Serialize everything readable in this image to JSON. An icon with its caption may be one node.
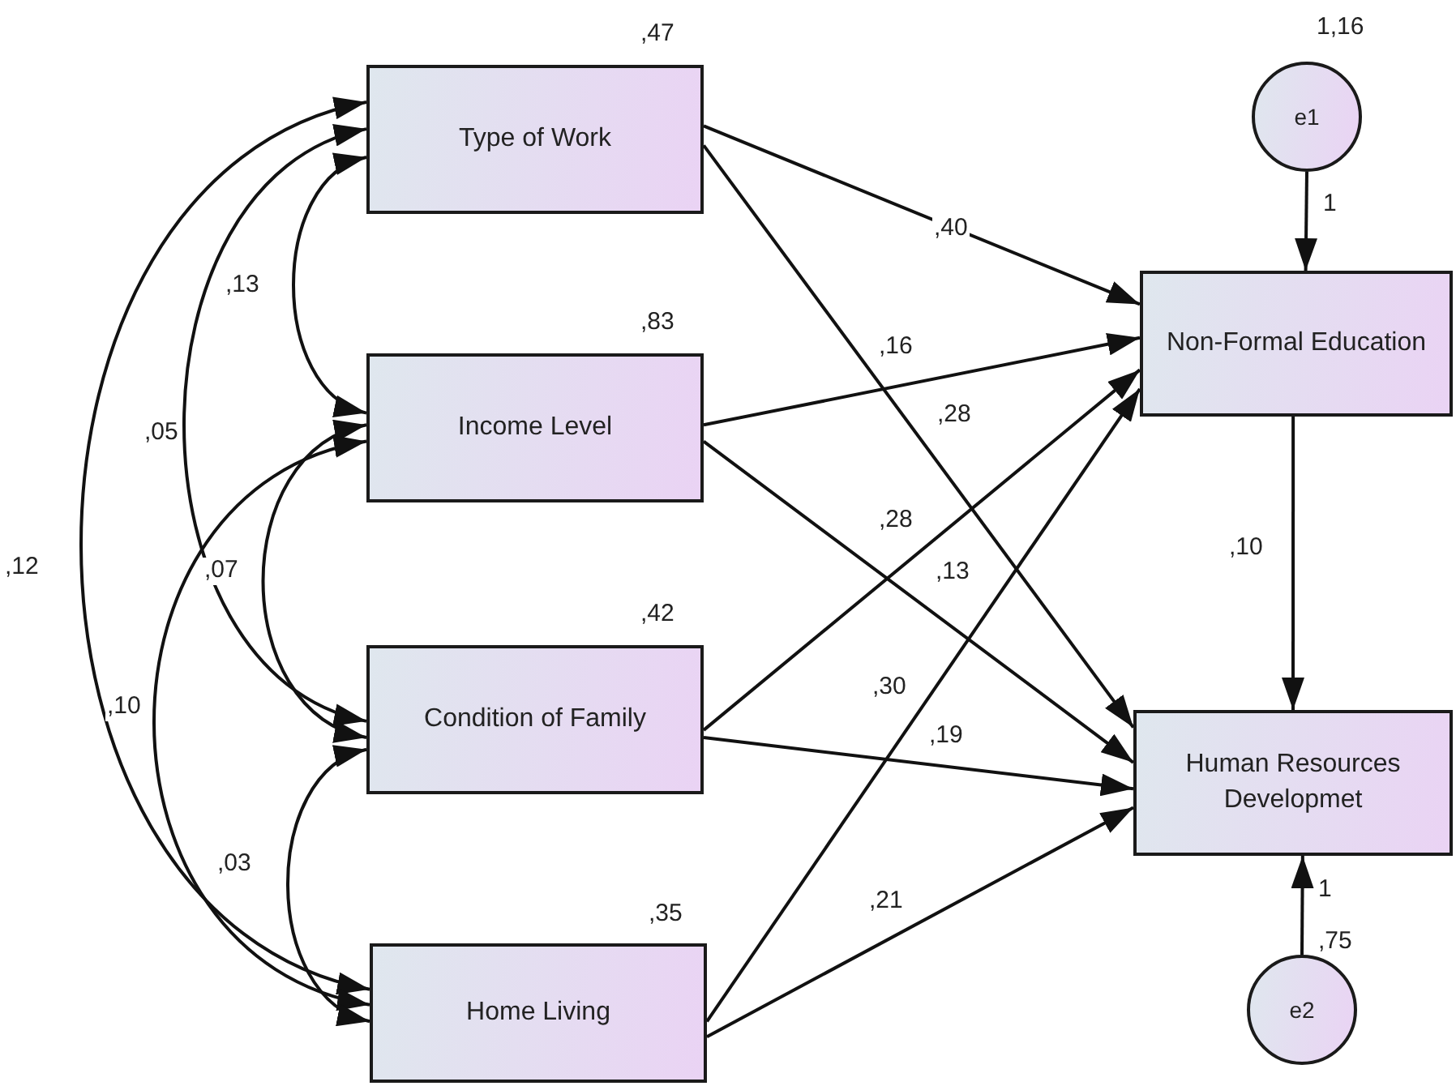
{
  "diagram": {
    "nodes": [
      {
        "text": [
          "Type of Work"
        ],
        "beside": [
          ",47"
        ]
      },
      {
        "text": [
          "Income Level"
        ],
        "beside": [
          ",83"
        ]
      },
      {
        "text": [
          "Condition of Family"
        ],
        "beside": [
          ",42"
        ]
      },
      {
        "text": [
          "Home Living"
        ],
        "beside": [
          ",35"
        ]
      },
      {
        "text": [
          "e1"
        ],
        "beside": [
          "1,16"
        ]
      },
      {
        "text": [
          "Non-Formal Education"
        ]
      },
      {
        "text": [
          "Human Resources Developmet"
        ]
      },
      {
        "text": [
          "e2"
        ],
        "beside": [
          ",75"
        ]
      }
    ],
    "edges": [
      {
        "from": 0,
        "to": 5,
        "arrow": "to",
        "label": ",40"
      },
      {
        "from": 0,
        "to": 6,
        "arrow": "to",
        "label": ",28"
      },
      {
        "from": 1,
        "to": 5,
        "arrow": "to",
        "label": ",16"
      },
      {
        "from": 1,
        "to": 6,
        "arrow": "to",
        "label": ",28"
      },
      {
        "from": 2,
        "to": 5,
        "arrow": "to",
        "label": ",13"
      },
      {
        "from": 2,
        "to": 6,
        "arrow": "to",
        "label": ",19"
      },
      {
        "from": 3,
        "to": 5,
        "arrow": "to",
        "label": ",30"
      },
      {
        "from": 3,
        "to": 6,
        "arrow": "to",
        "label": ",21"
      },
      {
        "from": 5,
        "to": 6,
        "arrow": "to",
        "label": ",10"
      },
      {
        "from": 4,
        "to": 5,
        "arrow": "to",
        "label": "1"
      },
      {
        "from": 7,
        "to": 6,
        "arrow": "to",
        "label": "1"
      },
      {
        "from": 0,
        "to": 1,
        "arrow": "both",
        "label": ",13"
      },
      {
        "from": 0,
        "to": 2,
        "arrow": "both",
        "label": ",05"
      },
      {
        "from": 0,
        "to": 3,
        "arrow": "both",
        "label": ",12"
      },
      {
        "from": 1,
        "to": 2,
        "arrow": "both",
        "label": ",07"
      },
      {
        "from": 1,
        "to": 3,
        "arrow": "both",
        "label": ",10"
      },
      {
        "from": 2,
        "to": 3,
        "arrow": "both",
        "label": ",03"
      }
    ]
  }
}
